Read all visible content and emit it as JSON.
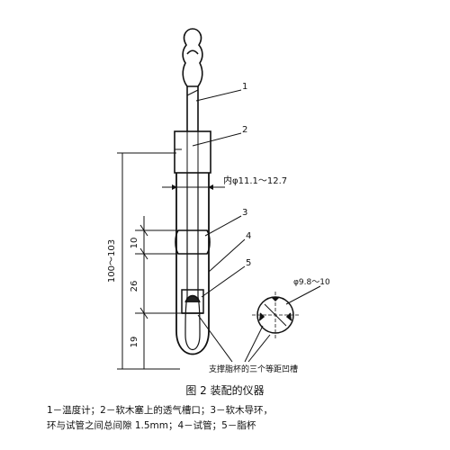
{
  "diagram": {
    "callouts": [
      "1",
      "2",
      "3",
      "4",
      "5"
    ],
    "inner_diameter_label": "内φ11.1～12.7",
    "cup_diameter_label": "φ9.8～10",
    "dim_total": "100～103",
    "dim_ring": "10",
    "dim_mid": "26",
    "dim_bottom": "19",
    "groove_note": "支撑脂杯的三个等距凹槽"
  },
  "caption": {
    "title": "图 2  装配的仪器",
    "legend_line1": "1－温度计；2－软木塞上的透气槽口；3－软木导环，",
    "legend_line2": "环与试管之间总间隙  1.5mm；4－试管；5－脂杯"
  }
}
